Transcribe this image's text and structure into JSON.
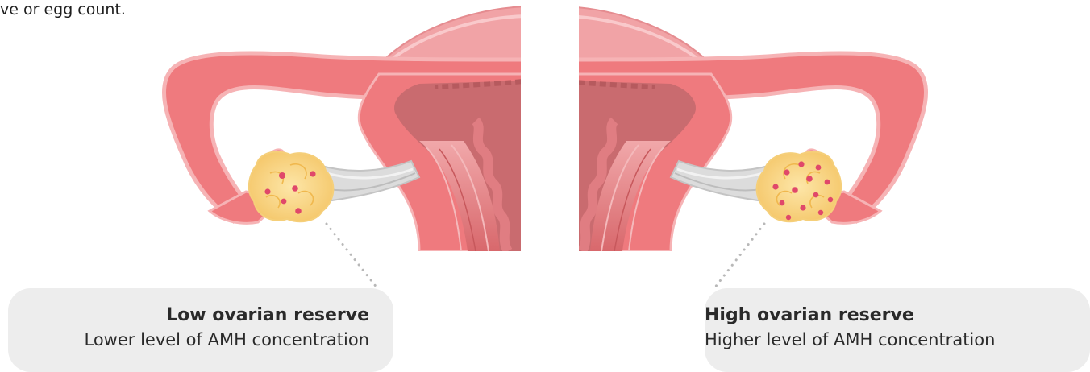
{
  "intro_fragment": "ve or egg count.",
  "left_callout": {
    "title": "Low ovarian reserve",
    "subtitle": "Lower level of AMH concentration"
  },
  "right_callout": {
    "title": "High ovarian reserve",
    "subtitle": "Higher level of AMH concentration"
  },
  "colors": {
    "uterus_outer": "#f2a3a3",
    "uterus_body": "#ee7478",
    "uterus_wall": "#c76b6e",
    "muscle": "#e48184",
    "ovary": "#fad98a",
    "follicle": "#e0486a",
    "ligament": "#d6d6d6",
    "callout_bg": "#ededed"
  },
  "icons": {
    "left_illustration": "uterus-half-left-illustration",
    "right_illustration": "uterus-half-right-illustration"
  }
}
